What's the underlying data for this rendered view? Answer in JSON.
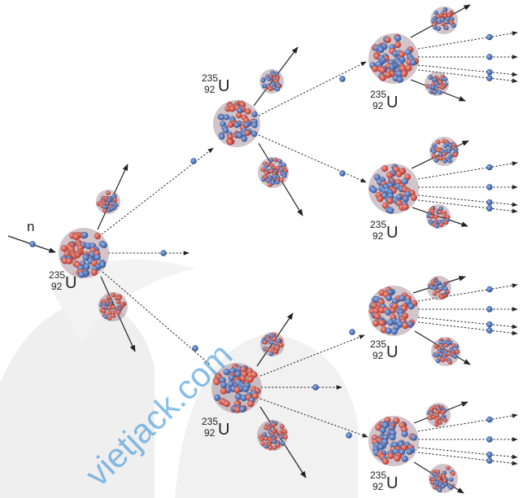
{
  "neutron_label": "n",
  "nucleus_label": {
    "mass_number": "235",
    "atomic_number": "92",
    "element": "U"
  },
  "watermark": "vietjack.com",
  "colors": {
    "proton": "#d9483a",
    "neutron": "#3a66b8",
    "free_neutron": "#4a6fb0",
    "arrow": "#222222",
    "background_shape": "#eeeeee"
  },
  "icons": [
    "uranium-nucleus-icon",
    "fission-fragment-icon",
    "neutron-icon",
    "arrow-icon"
  ]
}
